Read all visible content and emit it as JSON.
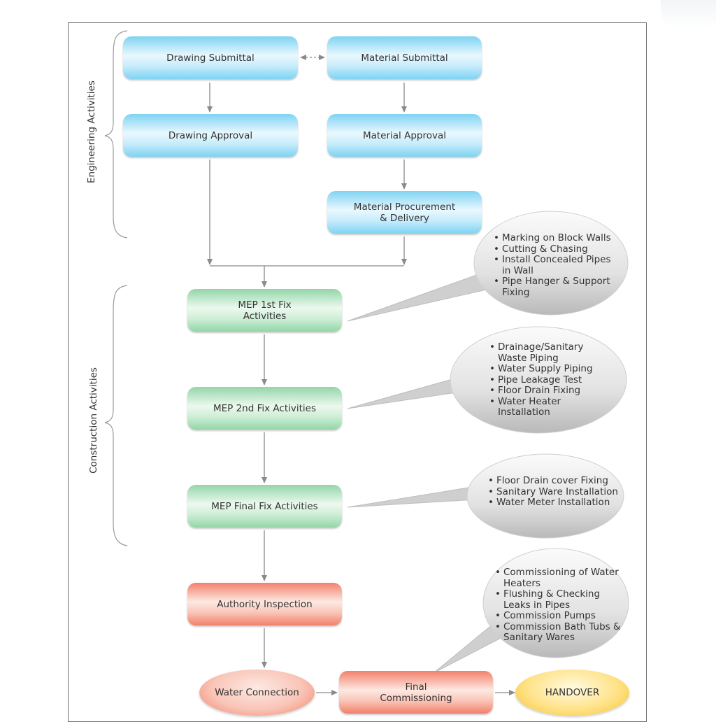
{
  "sections": {
    "engineering": "Engineering Activities",
    "construction": "Construction Activities"
  },
  "nodes": {
    "drawing_submittal": "Drawing Submittal",
    "material_submittal": "Material Submittal",
    "drawing_approval": "Drawing Approval",
    "material_approval": "Material Approval",
    "material_procurement": "Material Procurement\n& Delivery",
    "mep_1st_fix": "MEP 1st Fix\nActivities",
    "mep_2nd_fix": "MEP 2nd Fix Activities",
    "mep_final_fix": "MEP Final Fix Activities",
    "authority_inspection": "Authority Inspection",
    "water_connection": "Water Connection",
    "final_commissioning": "Final\nCommissioning",
    "handover": "HANDOVER"
  },
  "callouts": {
    "first_fix": [
      "Marking on Block Walls",
      "Cutting & Chasing",
      "Install Concealed Pipes in Wall",
      "Pipe Hanger & Support Fixing"
    ],
    "second_fix": [
      "Drainage/Sanitary Waste Piping",
      "Water Supply Piping",
      "Pipe Leakage Test",
      "Floor Drain Fixing",
      "Water Heater Installation"
    ],
    "final_fix": [
      "Floor Drain cover Fixing",
      "Sanitary Ware Installation",
      "Water Meter Installation"
    ],
    "commissioning": [
      "Commissioning of Water Heaters",
      "Flushing & Checking Leaks in Pipes",
      "Commission Pumps",
      "Commission Bath Tubs & Sanitary Wares"
    ]
  },
  "colors": {
    "engineering": "#7fd3f3",
    "construction": "#93d6a8",
    "inspection": "#f2806a",
    "handover": "#f7c12c",
    "connector": "#8a8a8a"
  }
}
